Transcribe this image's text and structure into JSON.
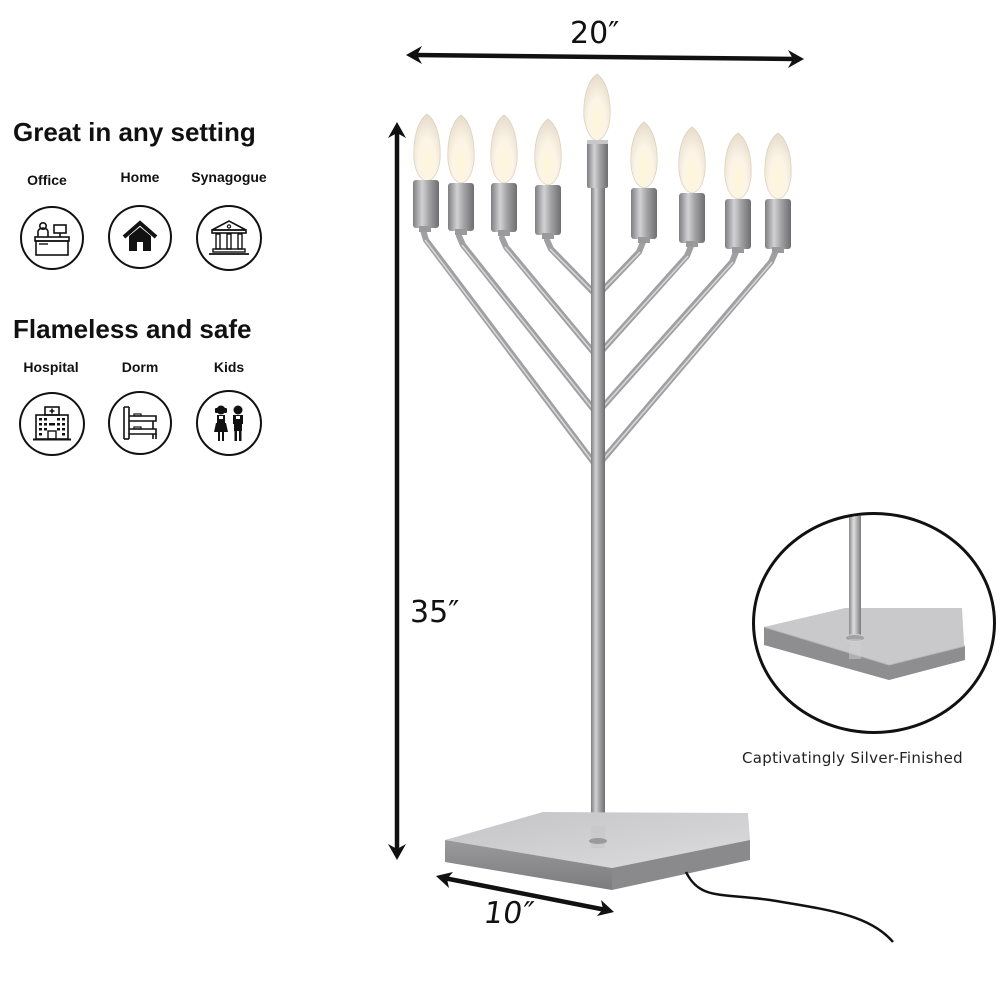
{
  "left_panel": {
    "section1": {
      "heading": "Great in any setting",
      "items": [
        {
          "label": "Office",
          "icon": "office-desk-icon"
        },
        {
          "label": "Home",
          "icon": "home-icon"
        },
        {
          "label": "Synagogue",
          "icon": "synagogue-icon"
        }
      ]
    },
    "section2": {
      "heading": "Flameless and safe",
      "items": [
        {
          "label": "Hospital",
          "icon": "hospital-icon"
        },
        {
          "label": "Dorm",
          "icon": "bunk-bed-icon"
        },
        {
          "label": "Kids",
          "icon": "kids-icon"
        }
      ]
    }
  },
  "dimensions": {
    "width": "20″",
    "height": "35″",
    "depth": "10″"
  },
  "detail_inset": {
    "caption": "Captivatingly Silver-Finished"
  },
  "product": {
    "name": "Electric menorah",
    "bulb_count": 9,
    "finish_color": "#a9a9ab",
    "bulb_color": "#fbf3e2"
  }
}
